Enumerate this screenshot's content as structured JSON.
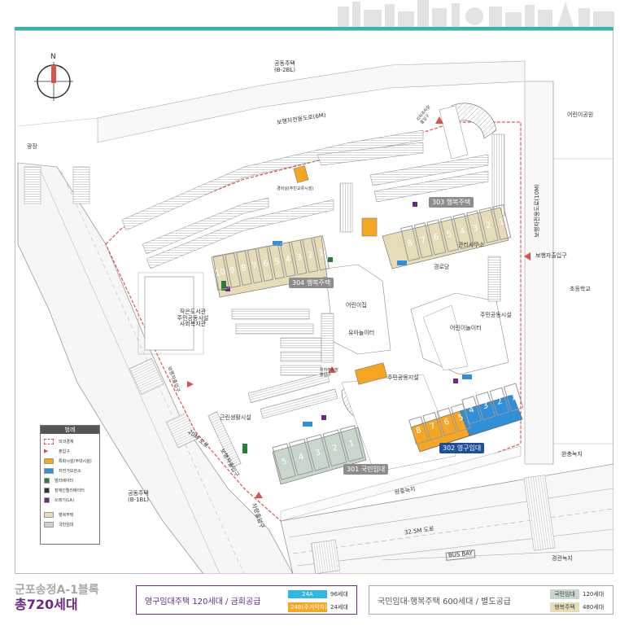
{
  "map": {
    "compass": "N",
    "areas": {
      "apt_b2bl": "공동주택\n(B-2BL)",
      "apt_b1bl": "공동주택\n(B-1BL)",
      "plaza": "광장",
      "childrens_park": "어린이공원",
      "elementary": "초등학교",
      "green_right": "완충녹지",
      "green_bottom": "완충녹지",
      "landscape_green": "경관녹지"
    },
    "roads": {
      "ped_top": "보행자전용도로(6M)",
      "ped_right": "보행자전용도로(10M)",
      "road_32_5": "32.5M 도로",
      "road_20": "20M 도로",
      "bus_bay": "BUS BAY"
    },
    "entrances": {
      "ped_right": "보행자출입구",
      "vehicle_bottom": "차량출입구",
      "ped_bottom": "보행자출입구",
      "ped_left": "보행자출입구",
      "underground_entry": "지하주차장\n출입구",
      "underground_entry_2": "지하주차장\n출입구"
    },
    "facilities": {
      "library": "작은도서관\n주민공동시설\n사회복지관",
      "daycare": "어린이집",
      "kids_play": "유아놀이터",
      "community": "주민공동시설",
      "community_right": "주민공동시설",
      "kids_play_right": "어린이놀이터",
      "management": "관리사무소",
      "senior": "경로당",
      "neighborhood": "근린생활시설",
      "guard": "경비실(주민교류시설)"
    },
    "buildings": {
      "b303": "303 행복주택",
      "b304": "304 행복주택",
      "b302": "302 영구임대",
      "b301": "301 국민임대"
    },
    "units": {
      "b303": [
        "1",
        "2",
        "3",
        "4",
        "5",
        "6",
        "7",
        "8"
      ],
      "b304": [
        "1",
        "2",
        "3",
        "4",
        "5",
        "6",
        "7",
        "8",
        "9",
        "10"
      ],
      "b302_blue": [
        "1",
        "2",
        "3",
        "4"
      ],
      "b302_orange": [
        "5",
        "6",
        "7",
        "8"
      ],
      "b301": [
        "1",
        "2",
        "3",
        "4",
        "5"
      ]
    }
  },
  "legend": {
    "title": "범례",
    "items": [
      "외곽경계",
      "출입구",
      "특화시설(부대시설)",
      "자전거보관소",
      "엘리베이터",
      "장애인엘리베이터",
      "쓰레기(LA)",
      "행복주택",
      "국민임대"
    ]
  },
  "footer": {
    "title_line1": "군포송정A-1블록",
    "title_line2": "총720세대",
    "permanent_rental": "영구임대주택 120세대 / 금회공급",
    "type_24a": "24A",
    "count_24a": "96세대",
    "type_24b": "24B(주거약자)",
    "count_24b": "24세대",
    "other_supply": "국민임대·행복주택 600세대 / 별도공급",
    "national_label": "국민임대",
    "national_count": "120세대",
    "happy_label": "행복주택",
    "happy_count": "480세대"
  },
  "colors": {
    "teal": "#2fb7b3",
    "purple": "#6a2a83",
    "orange": "#f5a623",
    "blue": "#2f8fd8",
    "happy_beige": "#e6dcb8",
    "national_gray": "#c9d6cc"
  }
}
